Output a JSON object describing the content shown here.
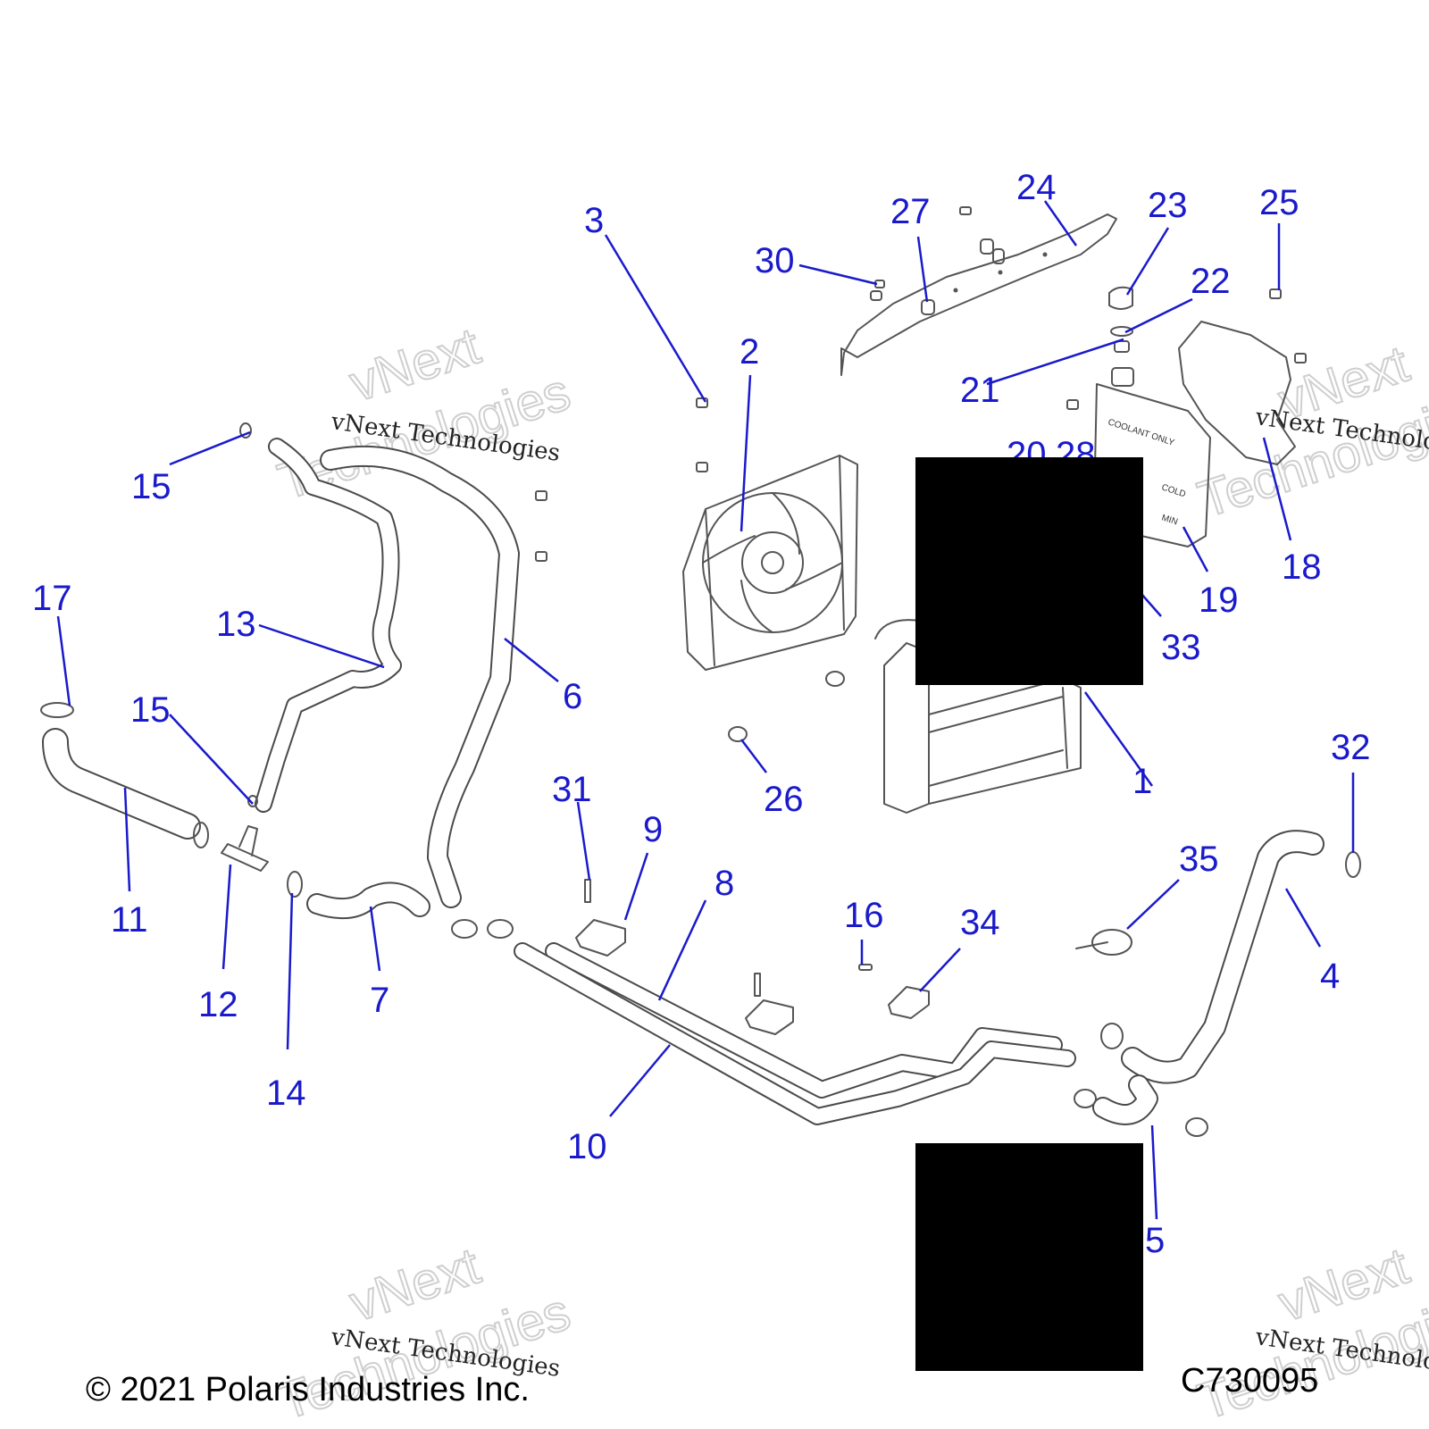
{
  "copyright": "© 2021 Polaris Industries Inc.",
  "figure_id": "C730095",
  "watermark": {
    "small": "vNext Technologies",
    "big_line1": "vNext",
    "big_line2": "Technologies"
  },
  "colors": {
    "callout": "#1a1acc",
    "line_art": "#4a4a4a",
    "redaction": "#000000"
  },
  "callouts": [
    {
      "id": "1",
      "label": "1"
    },
    {
      "id": "2",
      "label": "2"
    },
    {
      "id": "3",
      "label": "3"
    },
    {
      "id": "4",
      "label": "4"
    },
    {
      "id": "5",
      "label": "5"
    },
    {
      "id": "6",
      "label": "6"
    },
    {
      "id": "7",
      "label": "7"
    },
    {
      "id": "8",
      "label": "8"
    },
    {
      "id": "9",
      "label": "9"
    },
    {
      "id": "10",
      "label": "10"
    },
    {
      "id": "11",
      "label": "11"
    },
    {
      "id": "12",
      "label": "12"
    },
    {
      "id": "13",
      "label": "13"
    },
    {
      "id": "14",
      "label": "14"
    },
    {
      "id": "15a",
      "label": "15"
    },
    {
      "id": "15b",
      "label": "15"
    },
    {
      "id": "16",
      "label": "16"
    },
    {
      "id": "17",
      "label": "17"
    },
    {
      "id": "18",
      "label": "18"
    },
    {
      "id": "19",
      "label": "19"
    },
    {
      "id": "20",
      "label": "20"
    },
    {
      "id": "21",
      "label": "21"
    },
    {
      "id": "22",
      "label": "22"
    },
    {
      "id": "23",
      "label": "23"
    },
    {
      "id": "24",
      "label": "24"
    },
    {
      "id": "25",
      "label": "25"
    },
    {
      "id": "26",
      "label": "26"
    },
    {
      "id": "27",
      "label": "27"
    },
    {
      "id": "28",
      "label": "28"
    },
    {
      "id": "30",
      "label": "30"
    },
    {
      "id": "31",
      "label": "31"
    },
    {
      "id": "32",
      "label": "32"
    },
    {
      "id": "33",
      "label": "33"
    },
    {
      "id": "34",
      "label": "34"
    },
    {
      "id": "35",
      "label": "35"
    }
  ],
  "tank_labels": {
    "coolant_only": "COOLANT ONLY",
    "cold": "COLD",
    "min": "MIN"
  }
}
